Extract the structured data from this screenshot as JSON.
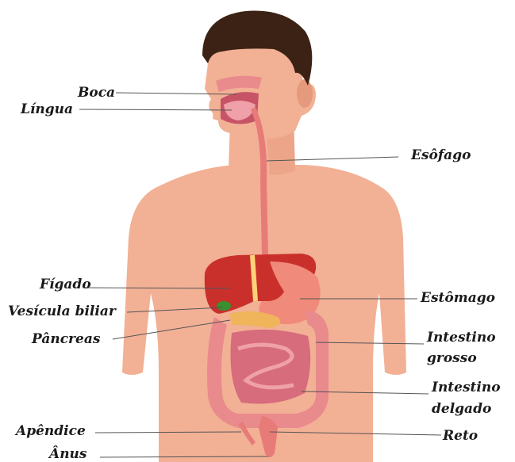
{
  "labels": {
    "boca": "Boca",
    "lingua": "Língua",
    "esofago": "Esôfago",
    "figado": "Fígado",
    "vesicula": "Vesícula biliar",
    "pancreas": "Pâncreas",
    "estomago": "Estômago",
    "intestino_grosso_1": "Intestino",
    "intestino_grosso_2": "grosso",
    "intestino_delgado_1": "Intestino",
    "intestino_delgado_2": "delgado",
    "apendice": "Apêndice",
    "reto": "Reto",
    "anus": "Ânus"
  },
  "colors": {
    "skin": "#f2b095",
    "skin_shadow": "#e59a7d",
    "hair": "#3b2214",
    "liver": "#c9302c",
    "stomach": "#f08a7a",
    "gallbladder": "#3a8f2f",
    "pancreas": "#f0b45a",
    "intestine": "#e98a8c",
    "small_intestine": "#d66c7c",
    "esophagus": "#e77b77",
    "label_line": "#555555"
  }
}
